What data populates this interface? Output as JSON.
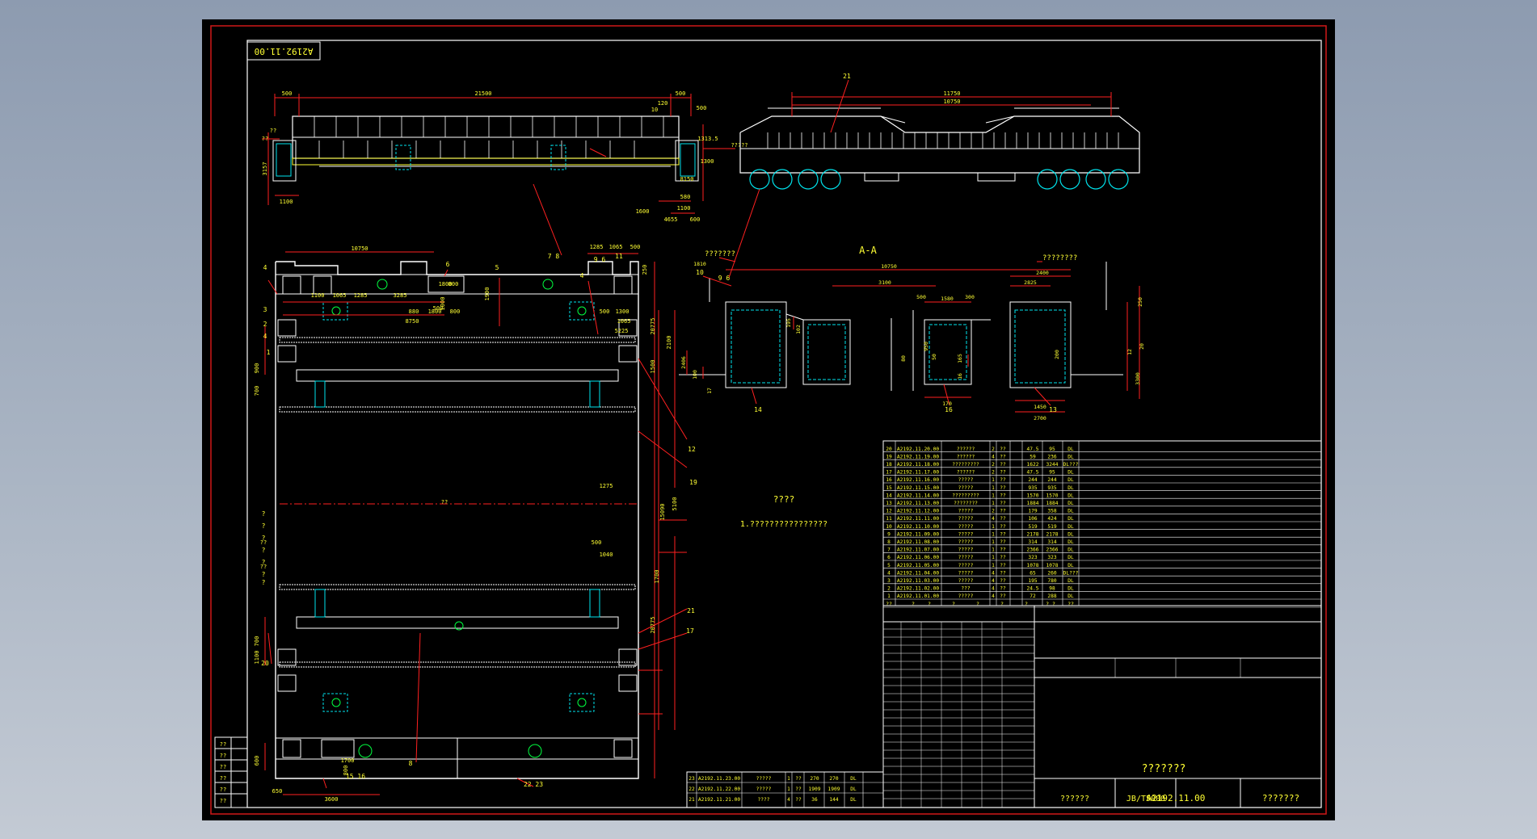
{
  "drawing": {
    "corner_code": "A2192.11.00",
    "title_code": "A2192.11.00",
    "title_name": "???????",
    "company": "???????",
    "standard_code": "JB/T5000",
    "standard_label": "??????",
    "section_label": "A-A",
    "tech_req_title": "????",
    "tech_req_line": "1.????????????????",
    "elev_labels": [
      "???????",
      "????????"
    ],
    "colors": {
      "sheet": "#000000",
      "frame": "#d01818",
      "outline": "#ffffff",
      "dim": "#ff2020",
      "text": "#ffff33",
      "accent": "#00e5ee",
      "hatch": "#00ff40",
      "green_text": "#55ff55"
    }
  },
  "top_view": {
    "dims": [
      "500",
      "21500",
      "500",
      "120",
      "10",
      "1100",
      "580",
      "1100",
      "500",
      "1313.5",
      "4655",
      "600",
      "1600",
      "8150",
      "1300",
      "?????",
      "3157",
      "??",
      "??"
    ]
  },
  "plan_view": {
    "dims": [
      "10750",
      "1285",
      "1065",
      "500",
      "250",
      "1800",
      "800",
      "1100",
      "1065",
      "1285",
      "3285",
      "880",
      "1800",
      "800",
      "8750",
      "1000",
      "500",
      "1900",
      "500",
      "1300",
      "1065",
      "5225",
      "20775",
      "1500",
      "2100",
      "900",
      "700",
      "5100",
      "15090",
      "1275",
      "500",
      "1040",
      "20775",
      "700",
      "1100",
      "1700",
      "800",
      "600",
      "650",
      "3600",
      "1700",
      "??",
      "??",
      "??"
    ],
    "callouts": [
      "4",
      "3",
      "2",
      "4",
      "1",
      "6",
      "5",
      "4",
      "7 8",
      "9 6",
      "11",
      "12",
      "19",
      "21",
      "17",
      "20",
      "8",
      "15 16",
      "22 23",
      "?",
      "?",
      "?",
      "?",
      "?",
      "?",
      "?"
    ]
  },
  "elevation": {
    "dims": [
      "11750",
      "10750"
    ],
    "callouts": [
      "21",
      "9 6"
    ]
  },
  "section": {
    "dims": [
      "10750",
      "2400",
      "3100",
      "2825",
      "1580",
      "300",
      "500",
      "170",
      "1450",
      "2700",
      "2406",
      "100",
      "195",
      "165",
      "102",
      "950",
      "50",
      "16",
      "12",
      "250",
      "20",
      "3300",
      "200",
      "80",
      "17",
      "1810"
    ],
    "callouts": [
      "10",
      "14",
      "16",
      "13"
    ]
  },
  "bom_rows": [
    [
      "20",
      "A2192.11.20.00",
      "??????",
      "2",
      "??",
      "47.5",
      "95",
      "DL"
    ],
    [
      "19",
      "A2192.11.19.00",
      "??????",
      "4",
      "??",
      "59",
      "236",
      "DL"
    ],
    [
      "18",
      "A2192.11.18.00",
      "?????????",
      "2",
      "??",
      "1622",
      "3244",
      "DL???"
    ],
    [
      "17",
      "A2192.11.17.00",
      "??????",
      "2",
      "??",
      "47.5",
      "95",
      "DL"
    ],
    [
      "16",
      "A2192.11.16.00",
      "?????",
      "1",
      "??",
      "244",
      "244",
      "DL"
    ],
    [
      "15",
      "A2192.11.15.00",
      "?????",
      "1",
      "??",
      "935",
      "935",
      "DL"
    ],
    [
      "14",
      "A2192.11.14.00",
      "?????????",
      "1",
      "??",
      "1570",
      "1570",
      "DL"
    ],
    [
      "13",
      "A2192.11.13.00",
      "????????",
      "1",
      "??",
      "1884",
      "1884",
      "DL"
    ],
    [
      "12",
      "A2192.11.12.00",
      "?????",
      "2",
      "??",
      "179",
      "358",
      "DL"
    ],
    [
      "11",
      "A2192.11.11.00",
      "?????",
      "4",
      "??",
      "106",
      "424",
      "DL"
    ],
    [
      "10",
      "A2192.11.10.00",
      "?????",
      "1",
      "??",
      "519",
      "519",
      "DL"
    ],
    [
      "9",
      "A2192.11.09.00",
      "?????",
      "1",
      "??",
      "2178",
      "2178",
      "DL"
    ],
    [
      "8",
      "A2192.11.08.00",
      "?????",
      "1",
      "??",
      "314",
      "314",
      "DL"
    ],
    [
      "7",
      "A2192.11.07.00",
      "?????",
      "1",
      "??",
      "2366",
      "2366",
      "DL"
    ],
    [
      "6",
      "A2192.11.06.00",
      "?????",
      "1",
      "??",
      "323",
      "323",
      "DL"
    ],
    [
      "5",
      "A2192.11.05.00",
      "?????",
      "1",
      "??",
      "1078",
      "1078",
      "DL"
    ],
    [
      "4",
      "A2192.11.04.00",
      "?????",
      "4",
      "??",
      "65",
      "260",
      "DL???"
    ],
    [
      "3",
      "A2192.11.03.00",
      "?????",
      "4",
      "??",
      "195",
      "780",
      "DL"
    ],
    [
      "2",
      "A2192.11.02.00",
      "???",
      "4",
      "??",
      "24.5",
      "98",
      "DL"
    ],
    [
      "1",
      "A2192.11.01.00",
      "?????",
      "4",
      "??",
      "72",
      "288",
      "DL"
    ]
  ],
  "bom_header": [
    "??",
    "?",
    "?",
    "?",
    "?",
    "?",
    "?",
    "? ?",
    "??"
  ],
  "bom_bottom_rows": [
    [
      "23",
      "A2192.11.23.00",
      "?????",
      "1",
      "??",
      "270",
      "270",
      "DL"
    ],
    [
      "22",
      "A2192.11.22.00",
      "?????",
      "1",
      "??",
      "1909",
      "1909",
      "DL"
    ],
    [
      "21",
      "A2192.11.21.00",
      "????",
      "4",
      "??",
      "36",
      "144",
      "DL"
    ]
  ],
  "revision_marks": [
    "??",
    "??",
    "??",
    "??",
    "??",
    "??"
  ]
}
